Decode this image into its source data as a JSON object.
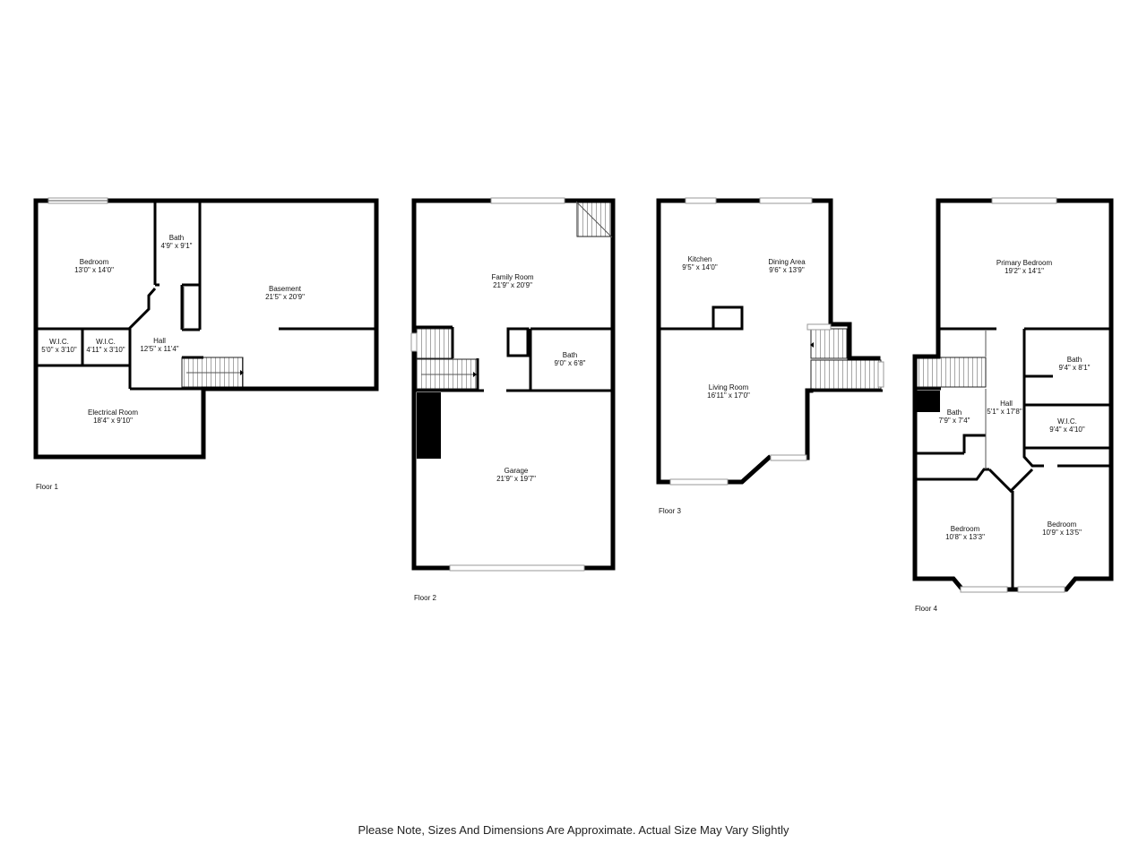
{
  "floors": [
    {
      "label": "Floor 1",
      "rooms": [
        {
          "name": "Bedroom",
          "dims": "13'0\" x 14'0\""
        },
        {
          "name": "Bath",
          "dims": "4'9\" x 9'1\""
        },
        {
          "name": "Basement",
          "dims": "21'5\" x 20'9\""
        },
        {
          "name": "W.I.C.",
          "dims": "5'0\" x 3'10\""
        },
        {
          "name": "W.I.C.",
          "dims": "4'11\" x 3'10\""
        },
        {
          "name": "Hall",
          "dims": "12'5\" x 11'4\""
        },
        {
          "name": "Electrical Room",
          "dims": "18'4\" x 9'10\""
        }
      ]
    },
    {
      "label": "Floor 2",
      "rooms": [
        {
          "name": "Family Room",
          "dims": "21'9\" x 20'9\""
        },
        {
          "name": "Bath",
          "dims": "9'0\" x 6'8\""
        },
        {
          "name": "Garage",
          "dims": "21'9\" x 19'7\""
        }
      ]
    },
    {
      "label": "Floor 3",
      "rooms": [
        {
          "name": "Kitchen",
          "dims": "9'5\" x 14'0\""
        },
        {
          "name": "Dining Area",
          "dims": "9'6\" x 13'9\""
        },
        {
          "name": "Living Room",
          "dims": "16'11\" x 17'0\""
        }
      ]
    },
    {
      "label": "Floor 4",
      "rooms": [
        {
          "name": "Primary Bedroom",
          "dims": "19'2\" x 14'1\""
        },
        {
          "name": "Bath",
          "dims": "9'4\" x 8'1\""
        },
        {
          "name": "Hall",
          "dims": "5'1\" x 17'8\""
        },
        {
          "name": "Bath",
          "dims": "7'9\" x 7'4\""
        },
        {
          "name": "W.I.C.",
          "dims": "9'4\" x 4'10\""
        },
        {
          "name": "Bedroom",
          "dims": "10'8\" x 13'3\""
        },
        {
          "name": "Bedroom",
          "dims": "10'9\" x 13'5\""
        }
      ]
    }
  ],
  "disclaimer": "Please Note, Sizes And Dimensions Are Approximate. Actual Size May Vary Slightly"
}
